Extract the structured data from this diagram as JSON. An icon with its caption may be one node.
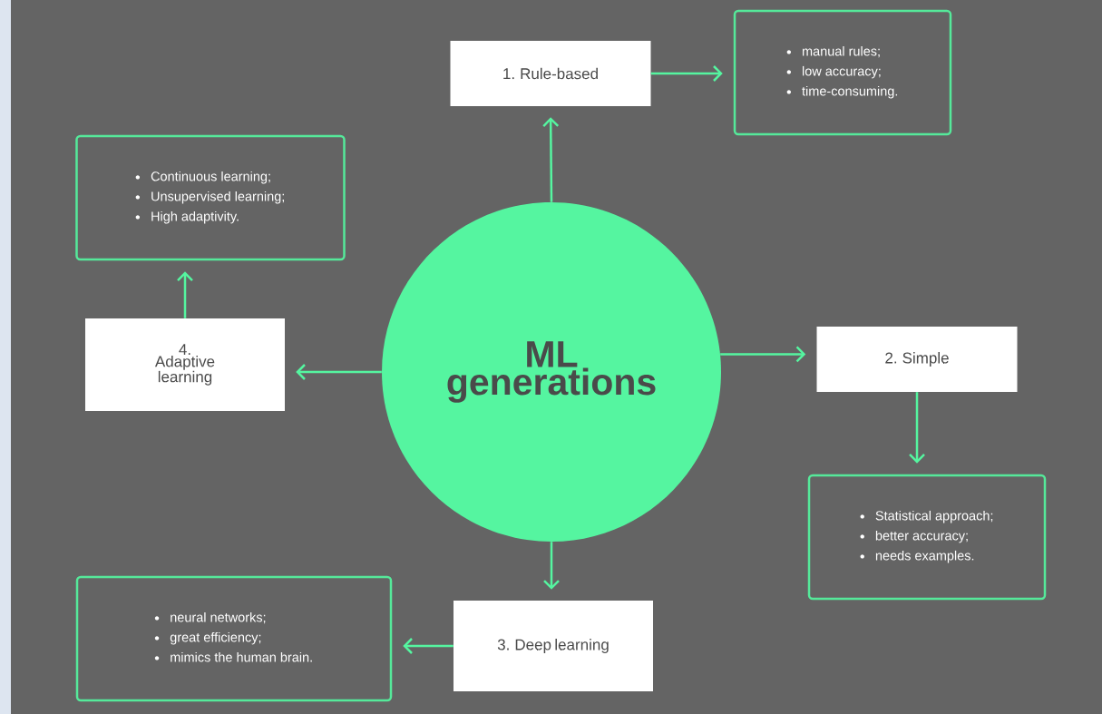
{
  "diagram": {
    "nodes": [
      {
        "text": [
          "ML generations"
        ]
      },
      {
        "text": [
          "1. Rule-based"
        ]
      },
      {
        "text": [
          "manual rules;",
          "low accuracy;",
          "time-consuming."
        ]
      },
      {
        "text": [
          "2. Simple"
        ]
      },
      {
        "text": [
          "Statistical approach;",
          "better accuracy;",
          "needs examples."
        ]
      },
      {
        "text": [
          "3. Deep learning"
        ]
      },
      {
        "text": [
          "neural networks;",
          "great efficiency;",
          "mimics the human brain."
        ]
      },
      {
        "text": [
          "4. Adaptive learning"
        ]
      },
      {
        "text": [
          "Continuous learning;",
          "Unsupervised learning;",
          "High adaptivity."
        ]
      }
    ],
    "edges": [
      {
        "from": 0,
        "to": 1,
        "arrow": "to"
      },
      {
        "from": 1,
        "to": 2,
        "arrow": "to"
      },
      {
        "from": 0,
        "to": 3,
        "arrow": "to"
      },
      {
        "from": 3,
        "to": 4,
        "arrow": "to"
      },
      {
        "from": 0,
        "to": 5,
        "arrow": "to"
      },
      {
        "from": 5,
        "to": 6,
        "arrow": "to"
      },
      {
        "from": 0,
        "to": 7,
        "arrow": "to"
      },
      {
        "from": 7,
        "to": 8,
        "arrow": "to"
      }
    ]
  }
}
